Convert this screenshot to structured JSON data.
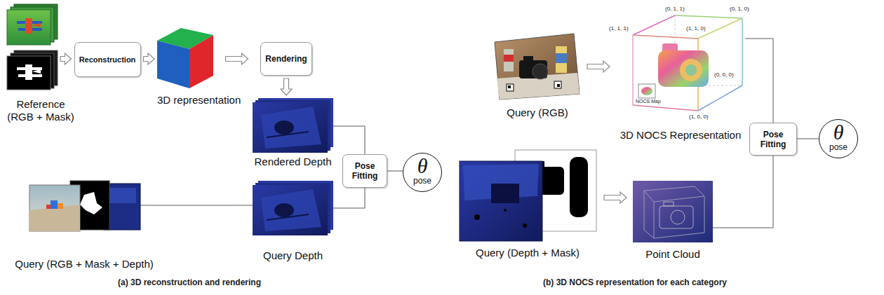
{
  "diagram": {
    "nodes": [
      {
        "text": [
          "Reference (RGB + Mask)"
        ]
      },
      {
        "text": [
          "Reconstruction"
        ]
      },
      {
        "text": [
          "3D representation"
        ]
      },
      {
        "text": [
          "Rendering"
        ]
      },
      {
        "text": [
          "Rendered Depth"
        ]
      },
      {
        "text": [
          "Query (RGB + Mask + Depth)"
        ]
      },
      {
        "text": [
          "Query Depth"
        ]
      },
      {
        "text": [
          "Pose Fitting"
        ]
      },
      {
        "text": [
          "θ",
          "pose"
        ]
      },
      {
        "text": [
          "Query (RGB)"
        ]
      },
      {
        "text": [
          "3D NOCS Representation"
        ]
      },
      {
        "text": [
          "Query (Depth + Mask)"
        ]
      },
      {
        "text": [
          "Point Cloud"
        ]
      },
      {
        "text": [
          "Pose Fitting"
        ]
      },
      {
        "text": [
          "θ",
          "pose"
        ]
      }
    ],
    "edges": [
      {
        "from": 0,
        "to": 1,
        "arrow": "to"
      },
      {
        "from": 1,
        "to": 2,
        "arrow": "to"
      },
      {
        "from": 2,
        "to": 3,
        "arrow": "to"
      },
      {
        "from": 3,
        "to": 4,
        "arrow": "to"
      },
      {
        "from": 4,
        "to": 7,
        "arrow": "none"
      },
      {
        "from": 6,
        "to": 7,
        "arrow": "none"
      },
      {
        "from": 5,
        "to": 6,
        "arrow": "none"
      },
      {
        "from": 7,
        "to": 8,
        "arrow": "none"
      },
      {
        "from": 9,
        "to": 10,
        "arrow": "to"
      },
      {
        "from": 11,
        "to": 12,
        "arrow": "to"
      },
      {
        "from": 10,
        "to": 13,
        "arrow": "none"
      },
      {
        "from": 12,
        "to": 13,
        "arrow": "none"
      },
      {
        "from": 13,
        "to": 14,
        "arrow": "none"
      }
    ],
    "labels": [
      "(a) 3D reconstruction and rendering",
      "(1, 1, 1)",
      "(0, 1, 1)",
      "(1, 1, 0)",
      "(0, 1, 0)",
      "(0, 0, 0)",
      "(1, 0, 0)",
      "NOCS Map",
      "(b) 3D NOCS representation for each category"
    ]
  }
}
